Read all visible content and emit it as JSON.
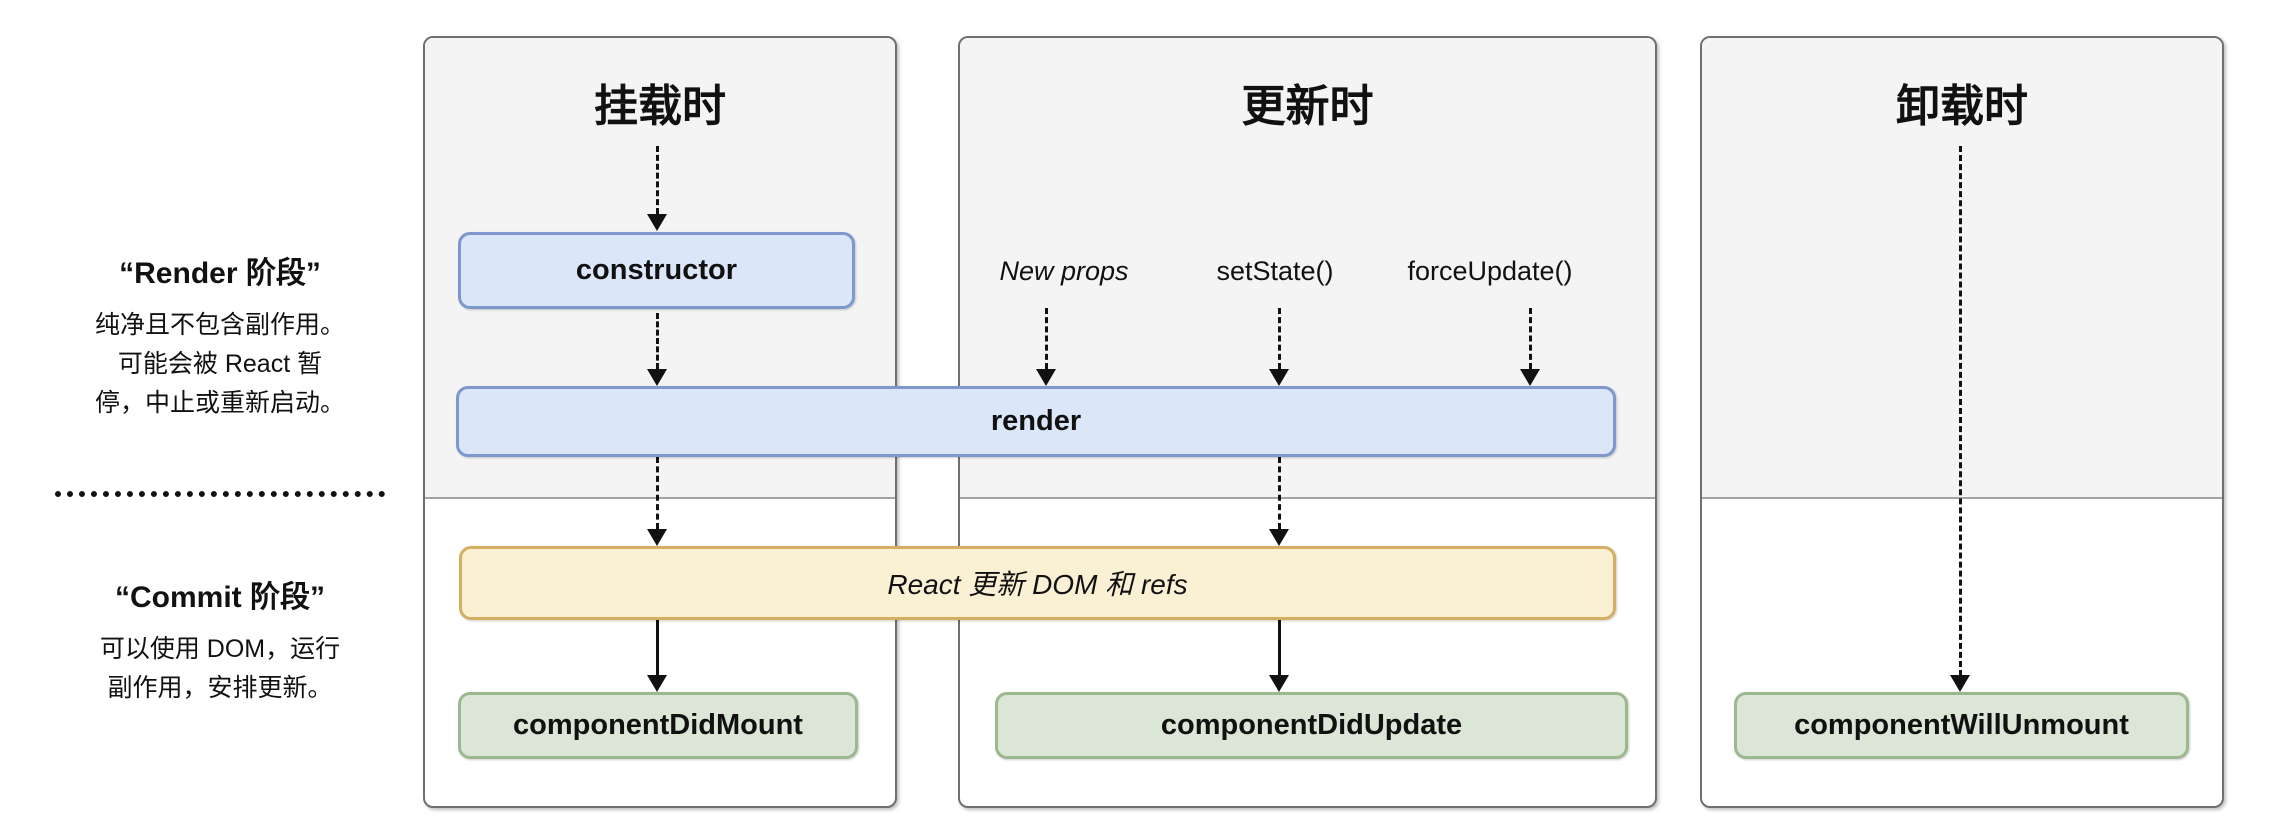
{
  "sidebar": {
    "render_phase": {
      "title": "“Render 阶段”",
      "description": "纯净且不包含副作用。\n可能会被 React 暂\n停，中止或重新启动。"
    },
    "commit_phase": {
      "title": "“Commit 阶段”",
      "description": "可以使用 DOM，运行\n副作用，安排更新。"
    }
  },
  "columns": [
    {
      "title": "挂载时"
    },
    {
      "title": "更新时"
    },
    {
      "title": "卸载时"
    }
  ],
  "update_triggers": [
    "New props",
    "setState()",
    "forceUpdate()"
  ],
  "boxes": {
    "constructor_label": "constructor",
    "render_label": "render",
    "react_updates_label": "React 更新 DOM 和 refs",
    "did_mount_label": "componentDidMount",
    "did_update_label": "componentDidUpdate",
    "will_unmount_label": "componentWillUnmount"
  },
  "colors": {
    "ink": "#111111",
    "panel_bg": "#f4f4f4",
    "panel_border": "#6f6f6f",
    "divider": "#a3a3a3",
    "blue_fill": "#dbe7f9",
    "blue_border": "#7e97cd",
    "yellow_fill": "#faf1d4",
    "yellow_border": "#d4af63",
    "green_fill": "#dbe6d6",
    "green_border": "#9cb88e"
  }
}
